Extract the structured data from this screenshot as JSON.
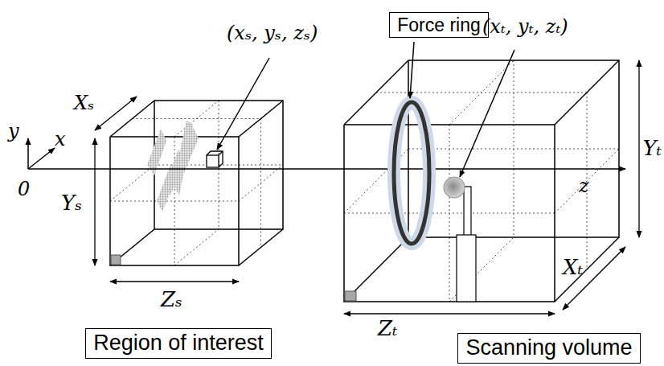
{
  "diagram": {
    "nodes": [
      {
        "text": [
          "Force ring"
        ]
      },
      {
        "text": [
          "Region of interest"
        ]
      },
      {
        "text": [
          "Scanning volume"
        ]
      }
    ],
    "labels": [
      "(xₛ, yₛ, zₛ)",
      "(xₜ, yₜ, zₜ)",
      "Yₜ",
      "y",
      "x",
      "Xₛ",
      "0",
      "Yₛ",
      "Zₛ",
      "z",
      "Zₜ",
      "Xₜ"
    ]
  }
}
